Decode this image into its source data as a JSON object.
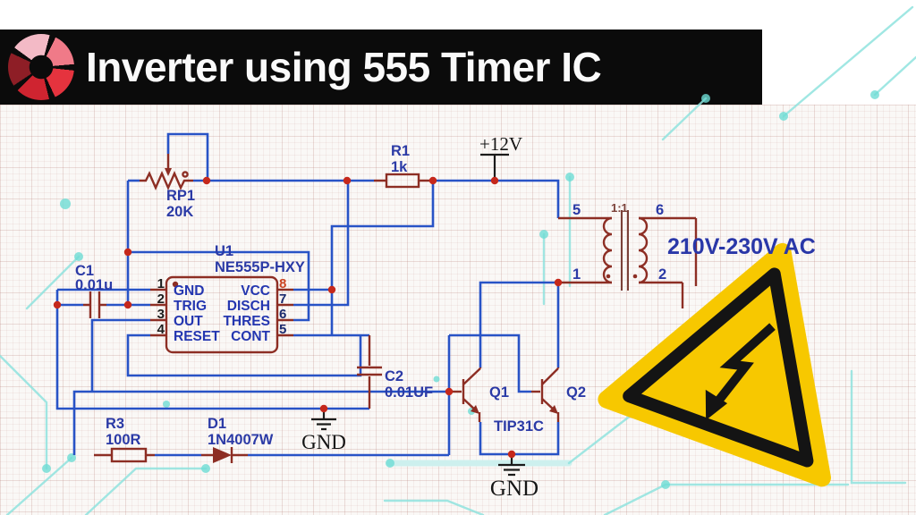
{
  "banner": {
    "title": "Inverter using 555 Timer IC"
  },
  "colors": {
    "banner_bg": "#0b0b0b",
    "title": "#fafafa",
    "wire": "#2853c6",
    "component": "#8d2e24",
    "junction": "#c5281c",
    "label": "#2b3aa6",
    "vcc_text": "#cc3322",
    "pin8_num": "#cc4422",
    "output_text": "#2937a8",
    "warning_yellow": "#f7c800",
    "warning_black": "#141414",
    "trace_teal": "#8fe3de",
    "logo1": "#f3bac6",
    "logo2": "#f07a88",
    "logo3": "#e5333e",
    "logo4": "#cf2430",
    "logo5": "#8e1e26"
  },
  "components": {
    "rp1": {
      "ref": "RP1",
      "value": "20K"
    },
    "r1": {
      "ref": "R1",
      "value": "1k"
    },
    "r3": {
      "ref": "R3",
      "value": "100R"
    },
    "c1": {
      "ref": "C1",
      "value": "0.01u"
    },
    "c2": {
      "ref": "C2",
      "value": "0.01UF"
    },
    "d1": {
      "ref": "D1",
      "value": "1N4007W"
    },
    "u1": {
      "ref": "U1",
      "part": "NE555P-HXY"
    },
    "q1": {
      "ref": "Q1"
    },
    "q2": {
      "ref": "Q2"
    },
    "transistor_part": "TIP31C",
    "transformer": {
      "ratio": "1:1",
      "pin5": "5",
      "pin1": "1",
      "pin6": "6",
      "pin2": "2"
    }
  },
  "ic": {
    "pins_left": [
      {
        "num": "1",
        "label": "GND"
      },
      {
        "num": "2",
        "label": "TRIG"
      },
      {
        "num": "3",
        "label": "OUT"
      },
      {
        "num": "4",
        "label": "RESET"
      }
    ],
    "pins_right": [
      {
        "num": "8",
        "label": "VCC"
      },
      {
        "num": "7",
        "label": "DISCH"
      },
      {
        "num": "6",
        "label": "THRES"
      },
      {
        "num": "5",
        "label": "CONT"
      }
    ]
  },
  "power": {
    "supply": "+12V",
    "output": "210V-230V AC",
    "gnd1": "GND",
    "gnd2": "GND"
  }
}
